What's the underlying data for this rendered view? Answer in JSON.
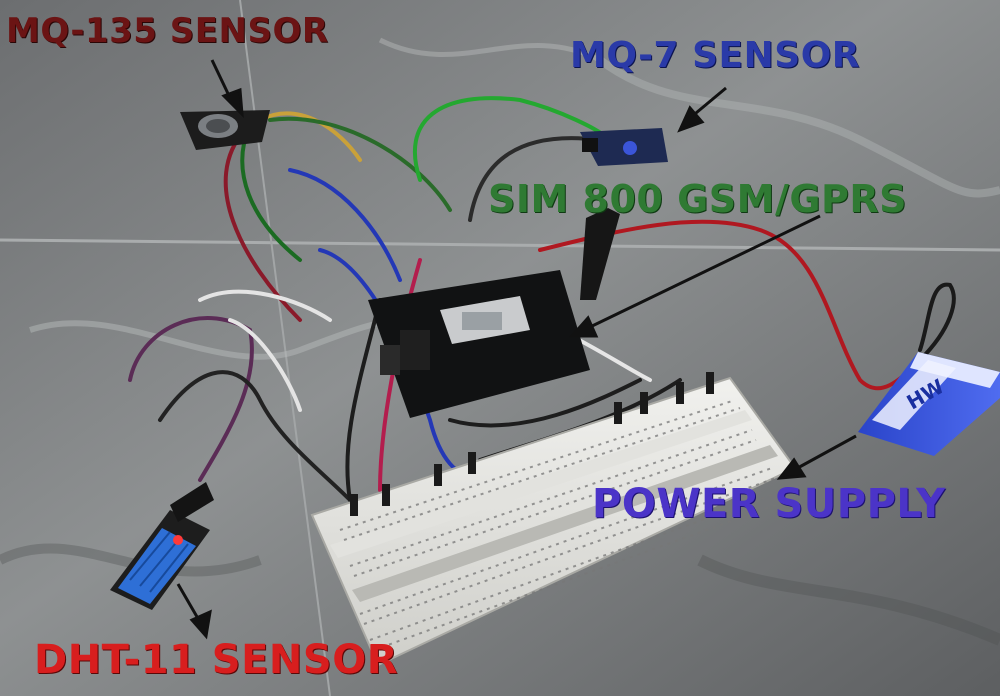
{
  "labels": {
    "mq135": "MQ-135 SENSOR",
    "mq7": "MQ-7 SENSOR",
    "sim800": "SIM 800 GSM/GPRS",
    "power": "POWER SUPPLY",
    "dht11": "DHT-11 SENSOR"
  },
  "battery_brand": "HW",
  "colors": {
    "mq135_label": "#6b1414",
    "mq7_label": "#2a3aa8",
    "sim_label": "#2f7a33",
    "power_label": "#4b34c8",
    "dht_label": "#d81e1e"
  }
}
